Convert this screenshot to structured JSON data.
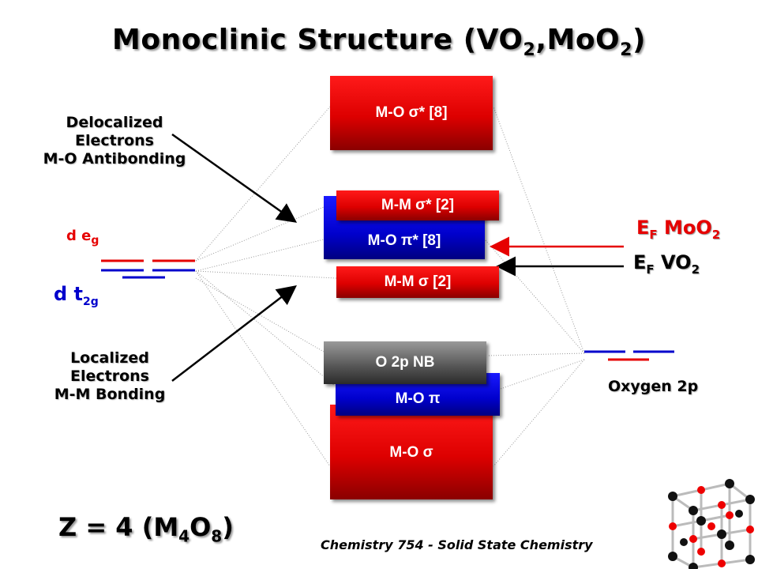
{
  "title": {
    "main": "Monoclinic Structure (VO",
    "sub1": "2",
    "mid": ",MoO",
    "sub2": "2",
    "end": ")"
  },
  "boxes": {
    "mo_sigma_star": "M-O σ* [8]",
    "mm_sigma_star": "M-M σ* [2]",
    "mo_pi_star": "M-O π* [8]",
    "mm_sigma": "M-M σ [2]",
    "o2p_nb": "O 2p NB",
    "mo_pi": "M-O π",
    "mo_sigma": "M-O σ"
  },
  "labels": {
    "delocalized": [
      "Delocalized",
      "Electrons",
      "M-O Antibonding"
    ],
    "localized": [
      "Localized",
      "Electrons",
      "M-M Bonding"
    ],
    "deg": "d e",
    "deg_sub": "g",
    "dt2g": "d t",
    "dt2g_sub": "2g",
    "oxygen": "Oxygen 2p",
    "ef_moo2_e": "E",
    "ef_moo2_sub": "F",
    "ef_moo2_rest": " MoO",
    "ef_moo2_sub2": "2",
    "ef_vo2_e": "E",
    "ef_vo2_sub": "F",
    "ef_vo2_rest": " VO",
    "ef_vo2_sub2": "2",
    "z_main": "Z = 4 (M",
    "z_sub1": "4",
    "z_mid": "O",
    "z_sub2": "8",
    "z_end": ")",
    "footer": "Chemistry 754 - Solid State Chemistry"
  },
  "colors": {
    "red": "#e60000",
    "blue": "#0000cc",
    "gray": "#555555"
  }
}
